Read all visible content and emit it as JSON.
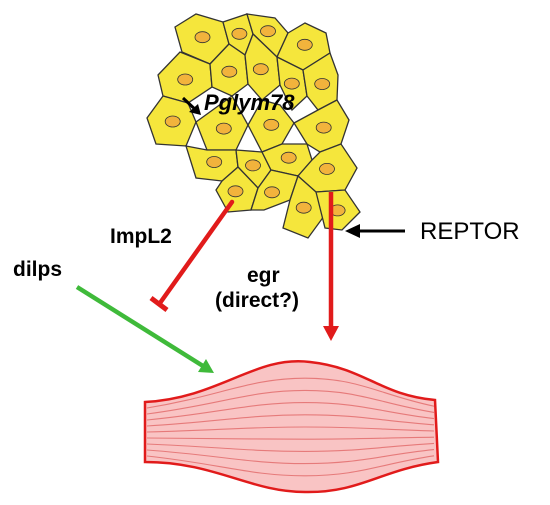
{
  "labels": {
    "gene": "Pglym78",
    "impl2": "ImpL2",
    "dilps": "dilps",
    "egr_line1": "egr",
    "egr_line2": "(direct?)",
    "reptor": "REPTOR"
  },
  "colors": {
    "cell_fill": "#f5e63c",
    "cell_stroke": "#333333",
    "nucleus_fill": "#f2b33c",
    "inhibit_arrow": "#e11b1b",
    "activate_arrow": "#3fba3a",
    "muscle_fill": "#f9c4c4",
    "muscle_stroke": "#e11b1b",
    "text": "#000000"
  },
  "icons": {
    "gene_arrow": "diagonal-arrow-icon"
  }
}
